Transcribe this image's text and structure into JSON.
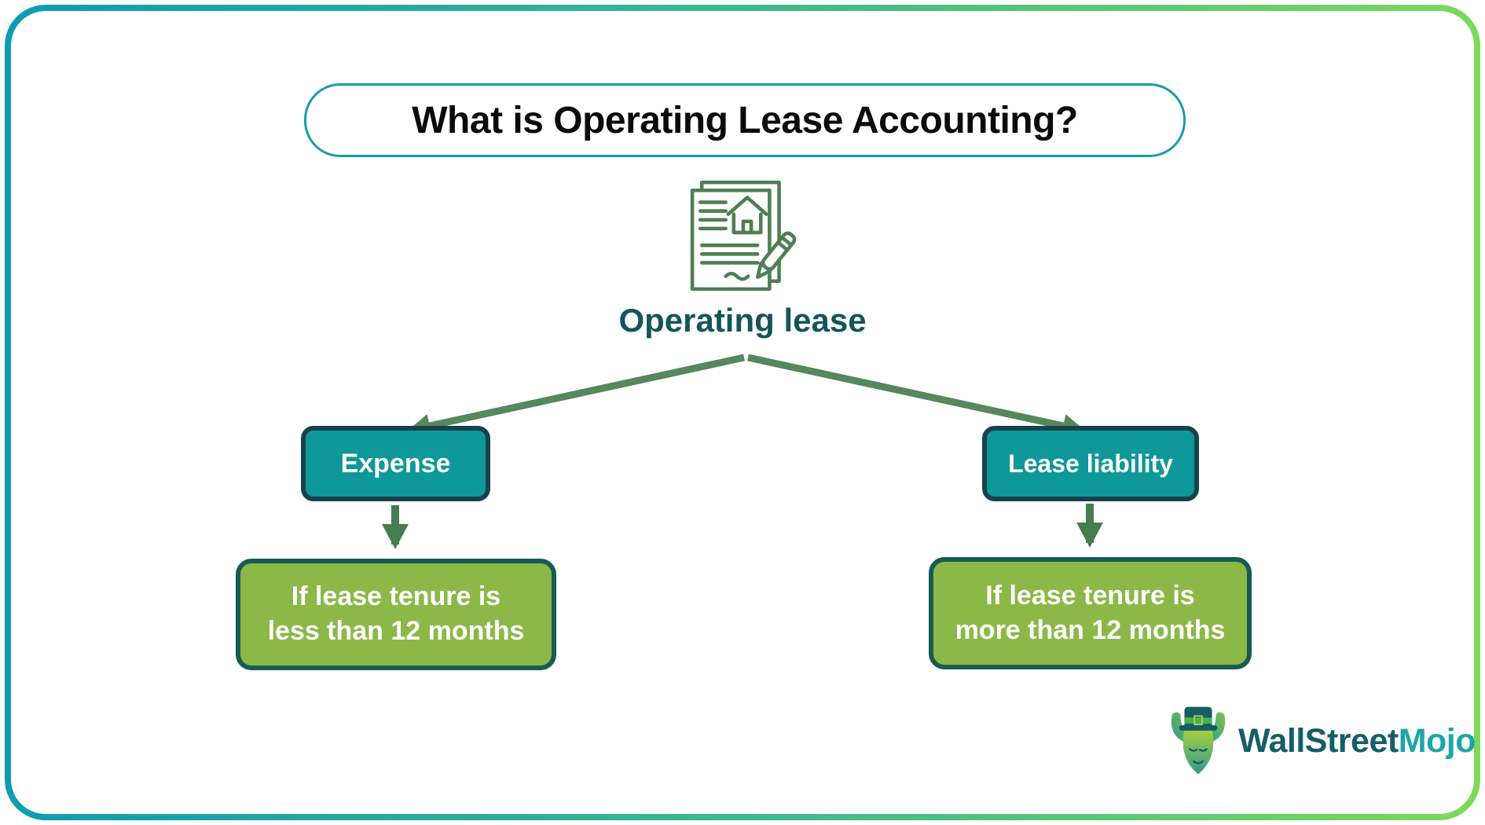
{
  "title": {
    "text": "What is Operating Lease Accounting?"
  },
  "root": {
    "label": "Operating lease",
    "icon": "lease-agreement-document-icon"
  },
  "branches": [
    {
      "id": "expense",
      "label": "Expense",
      "condition_line1": "If lease tenure is",
      "condition_line2": "less than 12 months"
    },
    {
      "id": "lease-liability",
      "label": "Lease liability",
      "condition_line1": "If lease tenure is",
      "condition_line2": "more than 12 months"
    }
  ],
  "colors": {
    "frame_gradient_start": "#0D9CB2",
    "frame_gradient_end": "#7CD95A",
    "title_border": "#1A9CA8",
    "title_text": "#0B0B0B",
    "root_label": "#14555A",
    "icon_stroke": "#4E7F52",
    "branch_arrow": "#55885C",
    "down_arrow": "#447E50",
    "node_fill": "#0F9899",
    "node_border": "#16424C",
    "condition_fill": "#8CB848",
    "condition_border": "#175B55",
    "box_text": "#FFFFFF"
  },
  "logo": {
    "brand_part1": "WallStreet",
    "brand_part2": "Mojo",
    "part1_color": "#155E66",
    "part2_color": "#1FA5A8"
  }
}
